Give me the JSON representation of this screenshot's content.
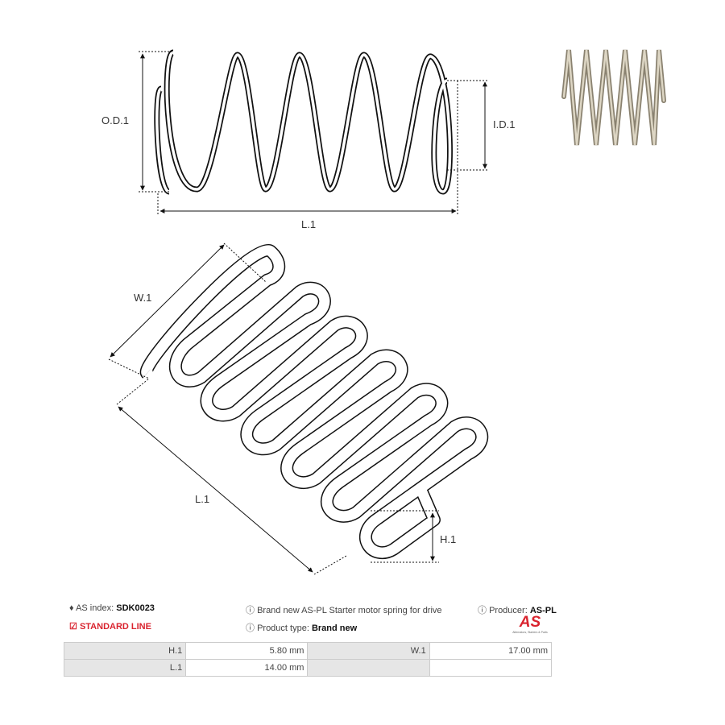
{
  "drawing": {
    "top_labels": {
      "od": "O.D.1",
      "id": "I.D.1",
      "l": "L.1"
    },
    "iso_labels": {
      "w": "W.1",
      "l": "L.1",
      "h": "H.1"
    }
  },
  "info": {
    "as_index_label": "AS index:",
    "as_index_value": "SDK0023",
    "line": "STANDARD LINE",
    "description": "Brand new AS-PL Starter motor spring for drive",
    "product_type_label": "Product type:",
    "product_type_value": "Brand new",
    "producer_label": "Producer:",
    "producer_value": "AS-PL",
    "logo_text": "AS",
    "logo_tagline": "Alternators, Starters & Parts"
  },
  "specs": [
    {
      "k1": "H.1",
      "v1": "5.80 mm",
      "k2": "W.1",
      "v2": "17.00 mm"
    },
    {
      "k1": "L.1",
      "v1": "14.00 mm",
      "k2": "",
      "v2": ""
    }
  ],
  "colors": {
    "accent": "#d9232e"
  }
}
